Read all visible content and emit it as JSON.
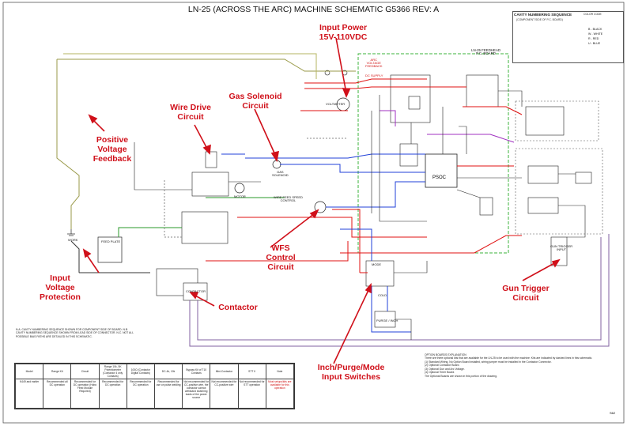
{
  "title": "LN-25 (ACROSS THE ARC) MACHINE SCHEMATIC G5366 REV: A",
  "callouts": {
    "input_power": "Input Power\n15V-110VDC",
    "gas_solenoid": "Gas Solenoid\nCircuit",
    "wire_drive": "Wire Drive\nCircuit",
    "positive_voltage": "Positive\nVoltage\nFeedback",
    "input_voltage_protection": "Input\nVoltage\nProtection",
    "contactor": "Contactor",
    "wfs_control": "WFS\nControl\nCircuit",
    "inch_purge": "Inch/Purge/Mode\nInput Switches",
    "gun_trigger": "Gun Trigger\nCircuit"
  },
  "legend": {
    "cavity_title": "CAVITY NUMBERING SEQUENCE",
    "cavity_sub": "(COMPONENT SIDE OF P.C. BOARD)",
    "color_title": "COLOR CODE",
    "color_items": [
      "B - BLACK",
      "W - WHITE",
      "R - RED",
      "U - BLUE"
    ]
  },
  "labels": {
    "psoc": "PSOC",
    "voltmeter": "VOLTMETER",
    "feed_plate": "FEED PLATE",
    "ln25_feedhead": "LN-25 FEEDHEAD\nP.C. BOARD",
    "gun_trigger_connector": "GUN TRIGGER\nINPUT",
    "wire_feed_pot": "WIRE FEED SPEED\nCONTROL",
    "gas_sol": "GAS\nSOLENOID",
    "motor": "MOTOR",
    "contactor_box": "CONTACTOR",
    "mode": "MODE",
    "purge_inch": "PURGE / INCH",
    "cold_inch": "COLD",
    "ac_volt": "ARC\nVOLTAGE\nFEEDBACK",
    "dc_supply": "DC SUPPLY",
    "work": "WORK"
  },
  "table": {
    "headers": [
      "Model",
      "Range Kit",
      "Circuit",
      "Range 10k, 5K Potentiometer (Contactor 4 only Contacts)",
      "100Ω (Contactor Digital Contacts)",
      "DC-4k, 10k",
      "Bypass Kit of T10 Contacts",
      "Mini-Contactor",
      "STT II",
      "Note"
    ],
    "rows": [
      [
        "K449 and earlier",
        "Recommended all DC operation",
        "Recommended for DC operation (Hobo Feed Module Required)",
        "Recommended for DC operation",
        "Recommended for DC operation",
        "Recommended for use on pulse welding",
        "Not recommended for CC-positive wire, the contactor cannot withstand switching loads of the power source",
        "Not recommended for CC-positive wire",
        "Not recommended for STT operation",
        "Most setups/kits are available for this operation"
      ]
    ]
  },
  "notes_left": "N.A. CAVITY NUMBERING SEQUENCE SHOWN FOR COMPONENT SIDE OF BOARD. N.B. CAVITY NUMBERING SEQUENCE SHOWN FROM LEAD SIDE OF CONNECTOR. N.C. NOT ALL POSSIBLE BIAS PATHS ARE DETAILED IN THIS SCHEMATIC.",
  "notes_right": "OPTION BOARDS EXPLANATION\nThere are three optional kits that are available for the LN-25 to be used with the machine. Kits are indicated by dashed lines in this schematic.\n(1) Standard Wiring, No Option Board installed, wiring jumper must be installed in the Contactor Connector.\n(2) Optional Contactor Board.\n(3) Optional Gun and Arc Voltage.\n(4) Optional Timer Board.\nThe Optional Boards are shown in this portion of the drawing.",
  "page_number": "S62"
}
